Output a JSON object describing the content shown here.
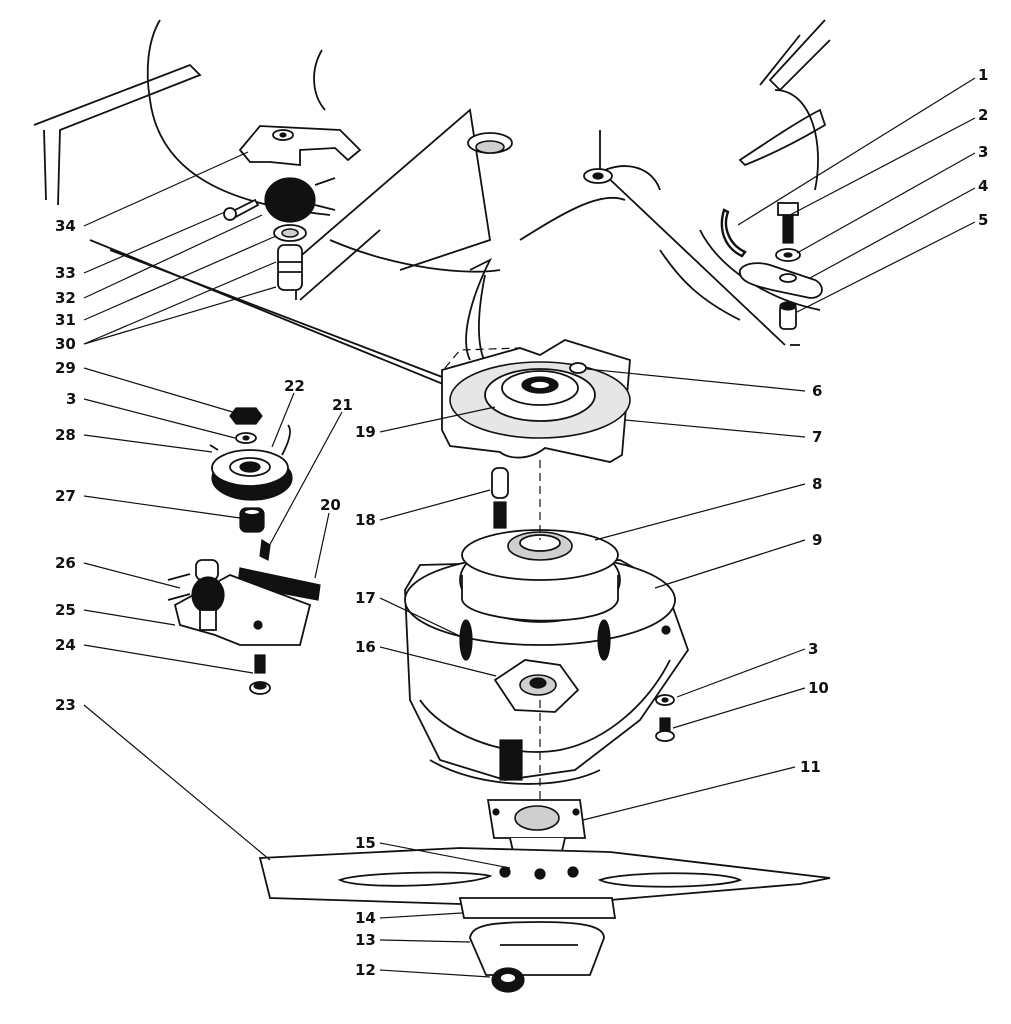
{
  "callouts": [
    {
      "id": "c1",
      "text": "1"
    },
    {
      "id": "c2",
      "text": "2"
    },
    {
      "id": "c3a",
      "text": "3"
    },
    {
      "id": "c4",
      "text": "4"
    },
    {
      "id": "c5",
      "text": "5"
    },
    {
      "id": "c6",
      "text": "6"
    },
    {
      "id": "c7",
      "text": "7"
    },
    {
      "id": "c8",
      "text": "8"
    },
    {
      "id": "c9",
      "text": "9"
    },
    {
      "id": "c3b",
      "text": "3"
    },
    {
      "id": "c10",
      "text": "10"
    },
    {
      "id": "c11",
      "text": "11"
    },
    {
      "id": "c12",
      "text": "12"
    },
    {
      "id": "c13",
      "text": "13"
    },
    {
      "id": "c14",
      "text": "14"
    },
    {
      "id": "c15",
      "text": "15"
    },
    {
      "id": "c16",
      "text": "16"
    },
    {
      "id": "c17",
      "text": "17"
    },
    {
      "id": "c18",
      "text": "18"
    },
    {
      "id": "c19",
      "text": "19"
    },
    {
      "id": "c20",
      "text": "20"
    },
    {
      "id": "c21",
      "text": "21"
    },
    {
      "id": "c22",
      "text": "22"
    },
    {
      "id": "c23",
      "text": "23"
    },
    {
      "id": "c24",
      "text": "24"
    },
    {
      "id": "c25",
      "text": "25"
    },
    {
      "id": "c26",
      "text": "26"
    },
    {
      "id": "c27",
      "text": "27"
    },
    {
      "id": "c28",
      "text": "28"
    },
    {
      "id": "c3c",
      "text": "3"
    },
    {
      "id": "c29",
      "text": "29"
    },
    {
      "id": "c30",
      "text": "30"
    },
    {
      "id": "c31",
      "text": "31"
    },
    {
      "id": "c32",
      "text": "32"
    },
    {
      "id": "c33",
      "text": "33"
    },
    {
      "id": "c34",
      "text": "34"
    }
  ]
}
